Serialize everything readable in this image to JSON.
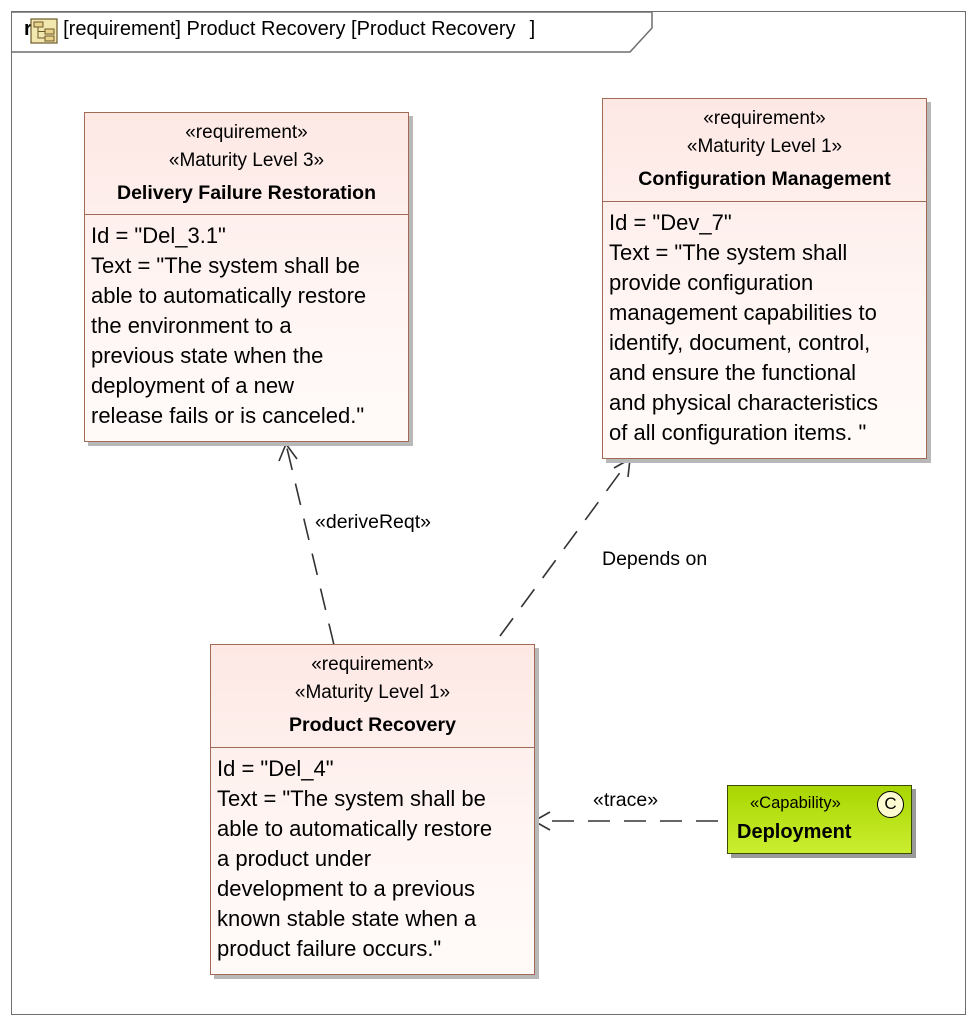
{
  "frame": {
    "kind": "req",
    "title": "[requirement] Product Recovery [",
    "diagram_ref": "Product Recovery",
    "close": "]"
  },
  "requirements": {
    "delivery": {
      "stereotype1": "«requirement»",
      "stereotype2": "«Maturity Level 3»",
      "name": "Delivery Failure Restoration",
      "lines": [
        "Id = \"Del_3.1\"",
        "Text = \"The system shall be",
        "able to automatically restore",
        "the environment to a",
        "previous state when the",
        "deployment of a new",
        "release fails or is canceled.\""
      ]
    },
    "config": {
      "stereotype1": "«requirement»",
      "stereotype2": "«Maturity Level 1»",
      "name": "Configuration Management",
      "lines": [
        "Id = \"Dev_7\"",
        "Text = \"The system shall",
        "provide configuration",
        "management capabilities to",
        "identify, document, control,",
        "and ensure the functional",
        "and physical characteristics",
        "of all configuration items. \""
      ]
    },
    "product": {
      "stereotype1": "«requirement»",
      "stereotype2": "«Maturity Level 1»",
      "name": "Product Recovery",
      "lines": [
        "Id = \"Del_4\"",
        "Text = \"The system shall be",
        "able to automatically restore",
        "a product under",
        "development to a previous",
        "known stable state when a",
        "product failure occurs.\""
      ]
    }
  },
  "capability": {
    "stereotype": "«Capability»",
    "name": "Deployment",
    "icon_letter": "C"
  },
  "relations": {
    "derive_label": "«deriveReqt»",
    "depends_label": "Depends on",
    "trace_label": "«trace»"
  },
  "colors": {
    "requirement_fill": "#fde8e4",
    "requirement_border": "#a06a55",
    "capability_fill": "#b8e000"
  }
}
